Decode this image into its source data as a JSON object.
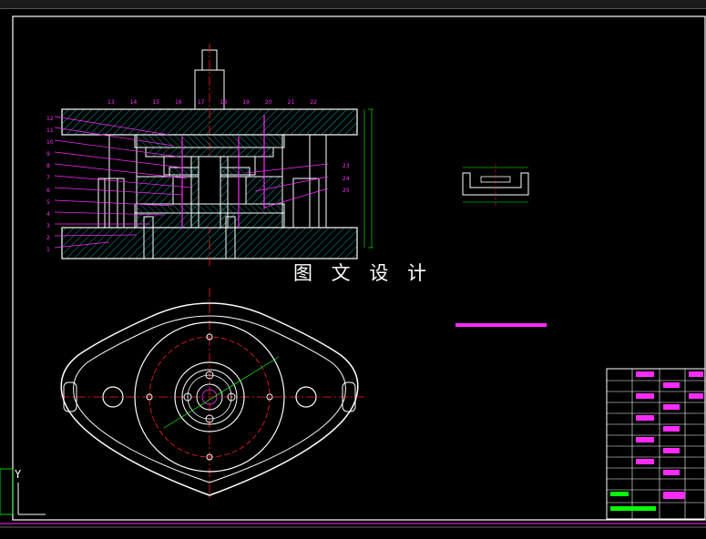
{
  "watermark": "图 文 设 计",
  "balloon_labels_top": [
    "13",
    "14",
    "15",
    "16",
    "17",
    "18",
    "19",
    "20",
    "21",
    "22"
  ],
  "balloon_labels_left": [
    "12",
    "11",
    "10",
    "9",
    "8",
    "7",
    "6",
    "5",
    "4",
    "3",
    "2",
    "1"
  ],
  "balloon_labels_right": [
    "23",
    "24",
    "25"
  ],
  "ucs_label": "Y",
  "colors": {
    "background": "#000000",
    "outline": "#ffffff",
    "hatch": "#00c8c8",
    "callout": "#ff2bff",
    "centerline": "#ff2020",
    "dimension": "#00ff00"
  }
}
